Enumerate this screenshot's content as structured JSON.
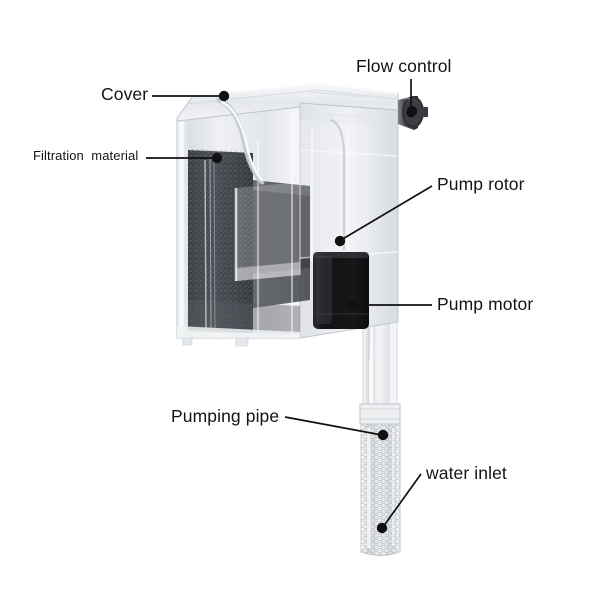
{
  "figure": {
    "subject": "hang-on-back aquarium filter",
    "background_color": "#ffffff",
    "label_color": "#141414",
    "leader_color": "#111111"
  },
  "labels": {
    "cover": "Cover",
    "filtration_material": "Filtration  material",
    "flow_control": "Flow control",
    "pump_rotor": "Pump rotor",
    "pump_motor": "Pump motor",
    "pumping_pipe": "Pumping pipe",
    "water_inlet": "water inlet"
  },
  "parts": {
    "housing": {
      "name": "transparent filter housing",
      "color": "#e9ebee"
    },
    "cover": {
      "name": "clear lid with spillway",
      "color": "#eceef1"
    },
    "filtration_material": {
      "name": "dark sponge filter cartridge",
      "color": "#42454b"
    },
    "flow_control": {
      "name": "flow control knob",
      "color": "#4a4a50"
    },
    "pump_motor": {
      "name": "black pump motor block",
      "color": "#1b1b1d"
    },
    "pumping_pipe": {
      "name": "clear intake pipe",
      "color": "#e6e9ec"
    },
    "water_inlet": {
      "name": "ribbed strainer intake",
      "color": "#e4e7eb"
    }
  }
}
